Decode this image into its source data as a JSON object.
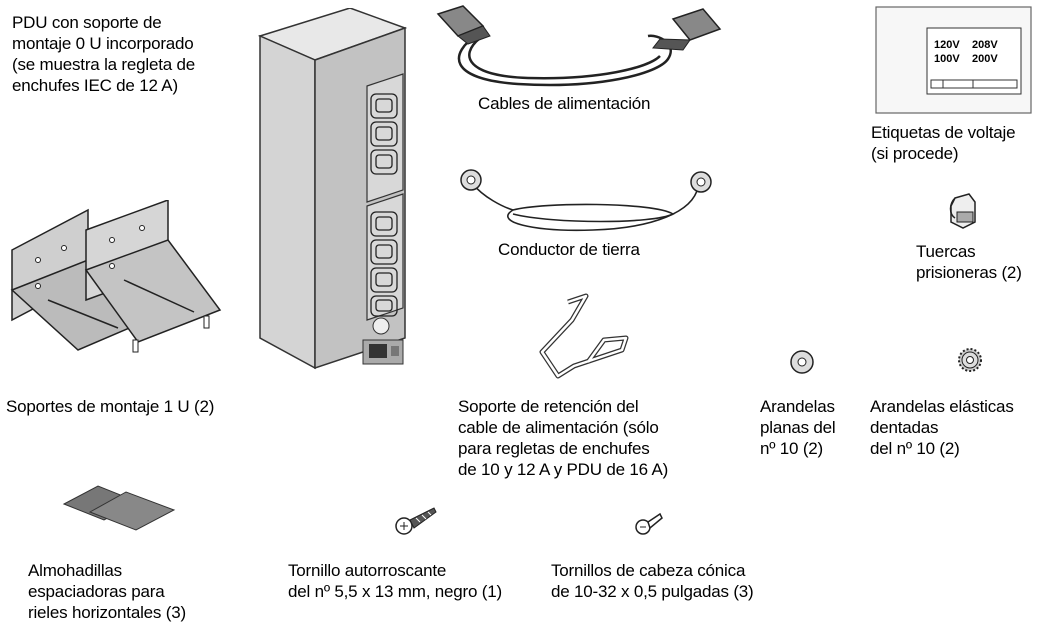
{
  "pdu": {
    "lines": [
      "PDU con soporte de",
      "montaje 0 U incorporado",
      "(se muestra la regleta de",
      "enchufes IEC de 12 A)"
    ]
  },
  "power_cables": {
    "label": "Cables de alimentación"
  },
  "voltage_labels": {
    "lines": [
      "Etiquetas de voltaje",
      "(si procede)"
    ],
    "tag_values": [
      "120V",
      "208V",
      "100V",
      "200V"
    ]
  },
  "ground_wire": {
    "label": "Conductor de tierra"
  },
  "cage_nuts": {
    "lines": [
      "Tuercas",
      "prisioneras (2)"
    ]
  },
  "brackets_1u": {
    "label": "Soportes de montaje 1 U (2)"
  },
  "retention_bracket": {
    "lines": [
      "Soporte de retención del",
      "cable de alimentación (sólo",
      "para regletas de enchufes",
      "de 10 y 12 A y PDU de 16 A)"
    ]
  },
  "flat_washers": {
    "lines": [
      "Arandelas",
      "planas del",
      "nº 10 (2)"
    ]
  },
  "lock_washers": {
    "lines": [
      "Arandelas elásticas",
      "dentadas",
      "del nº 10 (2)"
    ]
  },
  "spacer_pads": {
    "lines": [
      "Almohadillas",
      "espaciadoras para",
      "rieles horizontales (3)"
    ]
  },
  "self_tapping_screw": {
    "lines": [
      "Tornillo autorroscante",
      "del nº 5,5 x 13 mm, negro (1)"
    ]
  },
  "countersunk_screws": {
    "lines": [
      "Tornillos de cabeza cónica",
      "de 10-32 x 0,5 pulgadas (3)"
    ]
  }
}
